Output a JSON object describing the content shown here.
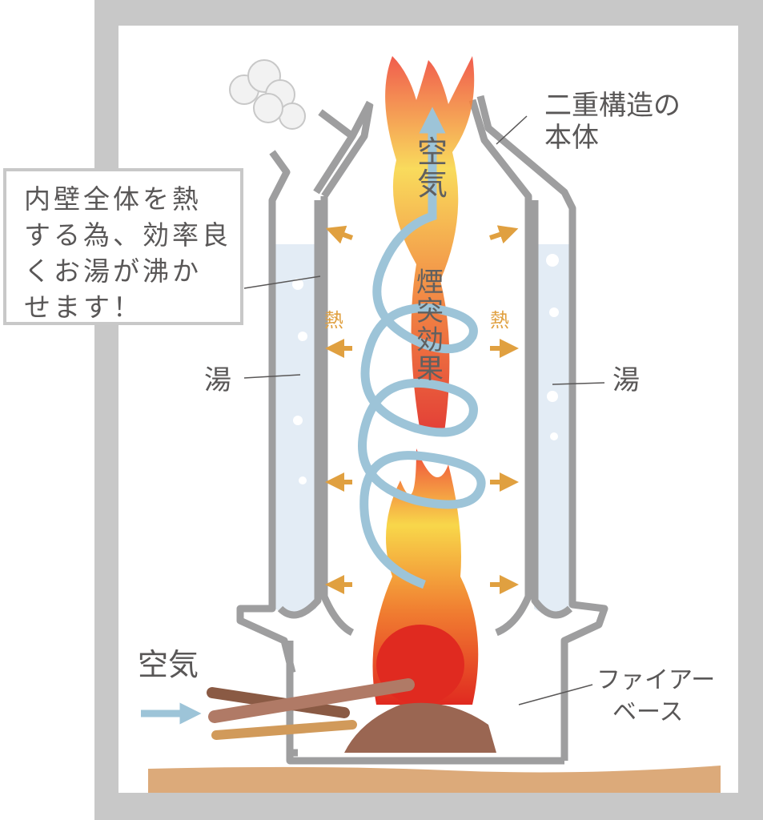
{
  "labels": {
    "body_structure": [
      "二重構造の",
      "本体"
    ],
    "callout": [
      "内壁全体を熱",
      "する為、効率良",
      "くお湯が沸か",
      "せます！"
    ],
    "air_top": "空気",
    "chimney_effect": "煙突効果",
    "heat_left": "熱",
    "heat_right": "熱",
    "hot_water_left": "湯",
    "hot_water_right": "湯",
    "air_bottom": "空気",
    "fire_base": [
      "ファイアー",
      "ベース"
    ]
  },
  "colors": {
    "frame": "#c8c8c8",
    "body": "#9e9e9f",
    "water": "#e3ecf5",
    "air_arrow": "#9dc4d8",
    "heat_arrow": "#e0a040",
    "ground": "#dcaa7a",
    "flame_red": "#e03a2a",
    "flame_yellow": "#f8d74a"
  }
}
